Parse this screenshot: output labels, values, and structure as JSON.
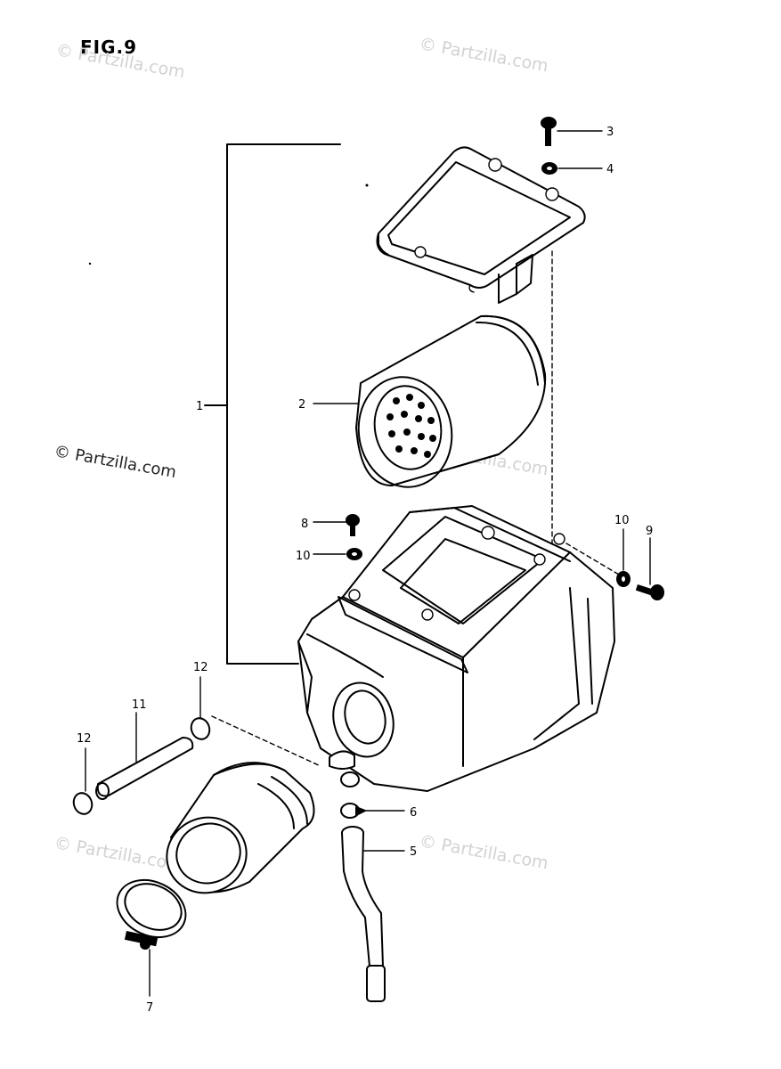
{
  "figure": {
    "title": "FIG.9"
  },
  "watermarks": {
    "top_left": "© Partzilla.com",
    "top_right": "© Partzilla.com",
    "middle_left": "© Partzilla.com",
    "middle_right": "© Partzilla.com",
    "bottom_left": "© Partzilla.com",
    "bottom_right": "© Partzilla.com"
  },
  "callouts": {
    "c1": "1",
    "c2": "2",
    "c3": "3",
    "c4": "4",
    "c5": "5",
    "c6": "6",
    "c7": "7",
    "c8": "8",
    "c9": "9",
    "c10a": "10",
    "c10b": "10",
    "c11": "11",
    "c12a": "12",
    "c12b": "12"
  }
}
